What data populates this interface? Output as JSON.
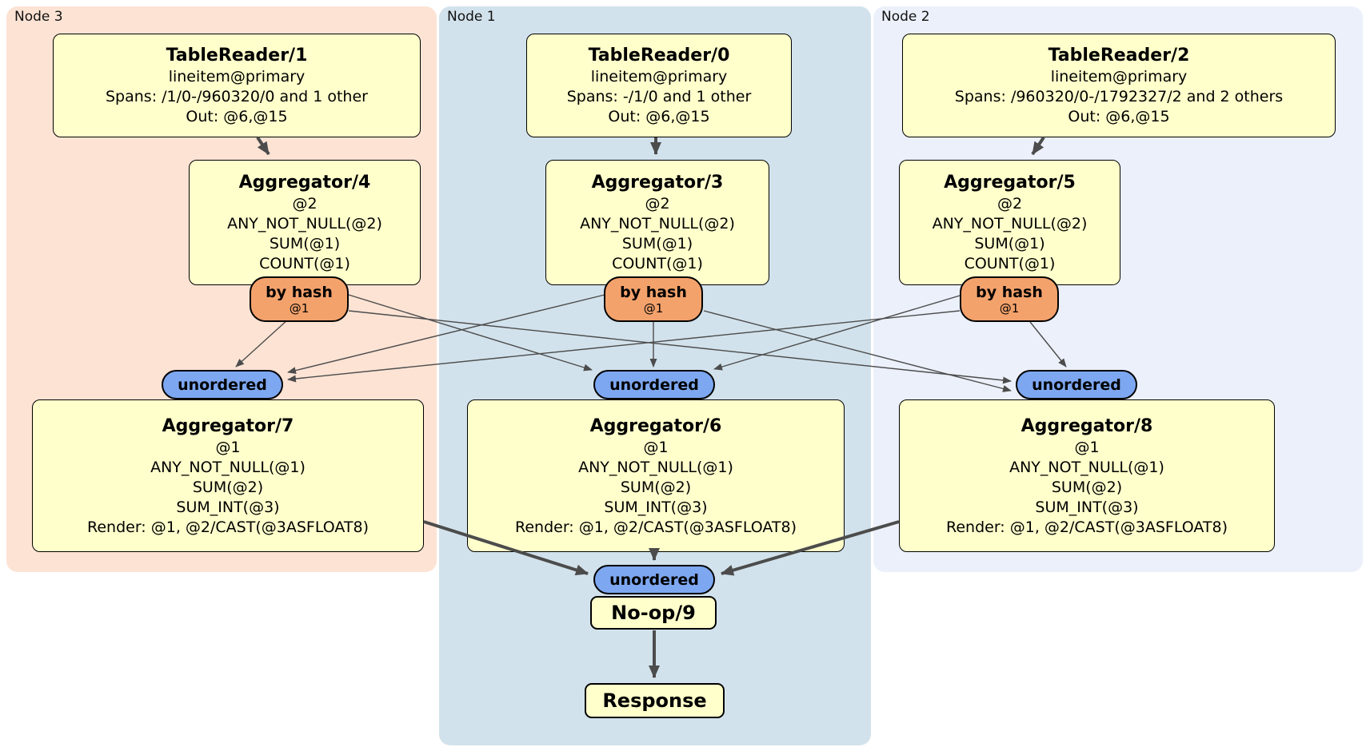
{
  "groups": [
    {
      "label": "Node 3"
    },
    {
      "label": "Node 1"
    },
    {
      "label": "Node 2"
    }
  ],
  "colors": {
    "node3": "#fce3d4",
    "node1": "#d2e2ec",
    "node2": "#ebf0fa",
    "box": "#ffffcc",
    "router": "#f4a26c",
    "stream": "#7da7f0",
    "edge": "#4c4c4c",
    "border": "#000000"
  },
  "boxes": {
    "tr1": {
      "title": "TableReader/1",
      "lines": [
        "lineitem@primary",
        "Spans: /1/0-/960320/0 and 1 other",
        "Out: @6,@15"
      ]
    },
    "tr0": {
      "title": "TableReader/0",
      "lines": [
        "lineitem@primary",
        "Spans: -/1/0 and 1 other",
        "Out: @6,@15"
      ]
    },
    "tr2": {
      "title": "TableReader/2",
      "lines": [
        "lineitem@primary",
        "Spans: /960320/0-/1792327/2 and 2 others",
        "Out: @6,@15"
      ]
    },
    "agg4": {
      "title": "Aggregator/4",
      "lines": [
        "@2",
        "ANY_NOT_NULL(@2)",
        "SUM(@1)",
        "COUNT(@1)"
      ]
    },
    "agg3": {
      "title": "Aggregator/3",
      "lines": [
        "@2",
        "ANY_NOT_NULL(@2)",
        "SUM(@1)",
        "COUNT(@1)"
      ]
    },
    "agg5": {
      "title": "Aggregator/5",
      "lines": [
        "@2",
        "ANY_NOT_NULL(@2)",
        "SUM(@1)",
        "COUNT(@1)"
      ]
    },
    "agg7": {
      "title": "Aggregator/7",
      "lines": [
        "@1",
        "ANY_NOT_NULL(@1)",
        "SUM(@2)",
        "SUM_INT(@3)",
        "Render: @1, @2/CAST(@3ASFLOAT8)"
      ]
    },
    "agg6": {
      "title": "Aggregator/6",
      "lines": [
        "@1",
        "ANY_NOT_NULL(@1)",
        "SUM(@2)",
        "SUM_INT(@3)",
        "Render: @1, @2/CAST(@3ASFLOAT8)"
      ]
    },
    "agg8": {
      "title": "Aggregator/8",
      "lines": [
        "@1",
        "ANY_NOT_NULL(@1)",
        "SUM(@2)",
        "SUM_INT(@3)",
        "Render: @1, @2/CAST(@3ASFLOAT8)"
      ]
    },
    "noop": {
      "title": "No-op/9"
    },
    "response": {
      "title": "Response"
    }
  },
  "routers": [
    {
      "label": "by hash",
      "key": "@1"
    },
    {
      "label": "by hash",
      "key": "@1"
    },
    {
      "label": "by hash",
      "key": "@1"
    }
  ],
  "streams": [
    {
      "label": "unordered"
    },
    {
      "label": "unordered"
    },
    {
      "label": "unordered"
    },
    {
      "label": "unordered"
    }
  ]
}
